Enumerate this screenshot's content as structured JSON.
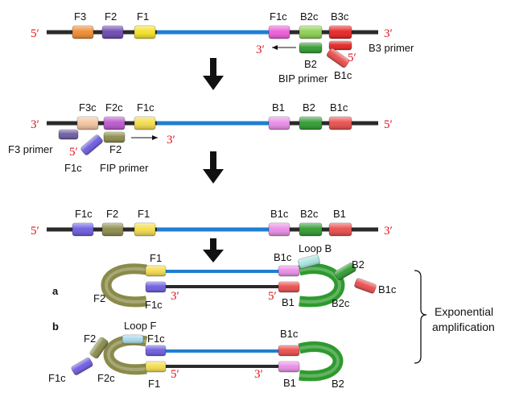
{
  "colors": {
    "backbone": "#1e7fd1",
    "strand_end": "#2a2a2a",
    "prime_red": "#e0111b",
    "F3": "#f08a2e",
    "F2": "#6a46b0",
    "F1": "#f3e023",
    "F1c_top": "#ee5ad8",
    "B2c_top": "#8bcf4f",
    "B3c": "#e82020",
    "B2": "#2e9a2e",
    "B1c_red": "#ea4a4a",
    "F3c": "#f5c39e",
    "F2c": "#bb55cc",
    "F1c_yellow": "#f3dc48",
    "B1_pink": "#e98be6",
    "F3_primer": "#6a5aa0",
    "F1c_blue": "#6a5ae0",
    "F2_olive": "#8a8a4a",
    "loop_green": "#2e9a2e",
    "loop_olive": "#8a8a4a",
    "loopB": "#a8e6e0",
    "loopF": "#a8d8ea"
  },
  "row1": {
    "end_left": "5′",
    "end_right": "3′",
    "labels": [
      "F3",
      "F2",
      "F1",
      "F1c",
      "B2c",
      "B3c"
    ],
    "bip_3prime": "3′",
    "bip_5prime": "5′",
    "bip_B2": "B2",
    "bip_B1c": "B1c",
    "b3_primer": "B3 primer",
    "bip_primer": "BIP primer"
  },
  "row2": {
    "end_left": "3′",
    "end_right": "5′",
    "labels": [
      "F3c",
      "F2c",
      "F1c",
      "B1",
      "B2",
      "B1c"
    ],
    "fip_5prime": "5′",
    "fip_3prime": "3′",
    "f3_primer": "F3 primer",
    "fip_F1c": "F1c",
    "fip_F2": "F2",
    "fip_primer": "FIP primer"
  },
  "row3": {
    "end_left": "5′",
    "end_right": "3′",
    "labels": [
      "F1c",
      "F2",
      "F1",
      "B1c",
      "B2c",
      "B1"
    ]
  },
  "struct_a": {
    "tag": "a",
    "F1": "F1",
    "F2": "F2",
    "F1c": "F1c",
    "three_prime": "3′",
    "B1c": "B1c",
    "loopB": "Loop B",
    "B2": "B2",
    "B1c_primer": "B1c",
    "five_prime": "5′",
    "B1": "B1",
    "B2c": "B2c"
  },
  "struct_b": {
    "tag": "b",
    "F2": "F2",
    "loopF": "Loop F",
    "F1c_top": "F1c",
    "F1c_primer": "F1c",
    "F2c": "F2c",
    "F1": "F1",
    "five_prime": "5′",
    "B1c": "B1c",
    "three_prime": "3′",
    "B1": "B1",
    "B2": "B2"
  },
  "exponential": {
    "line1": "Exponential",
    "line2": "amplification"
  }
}
